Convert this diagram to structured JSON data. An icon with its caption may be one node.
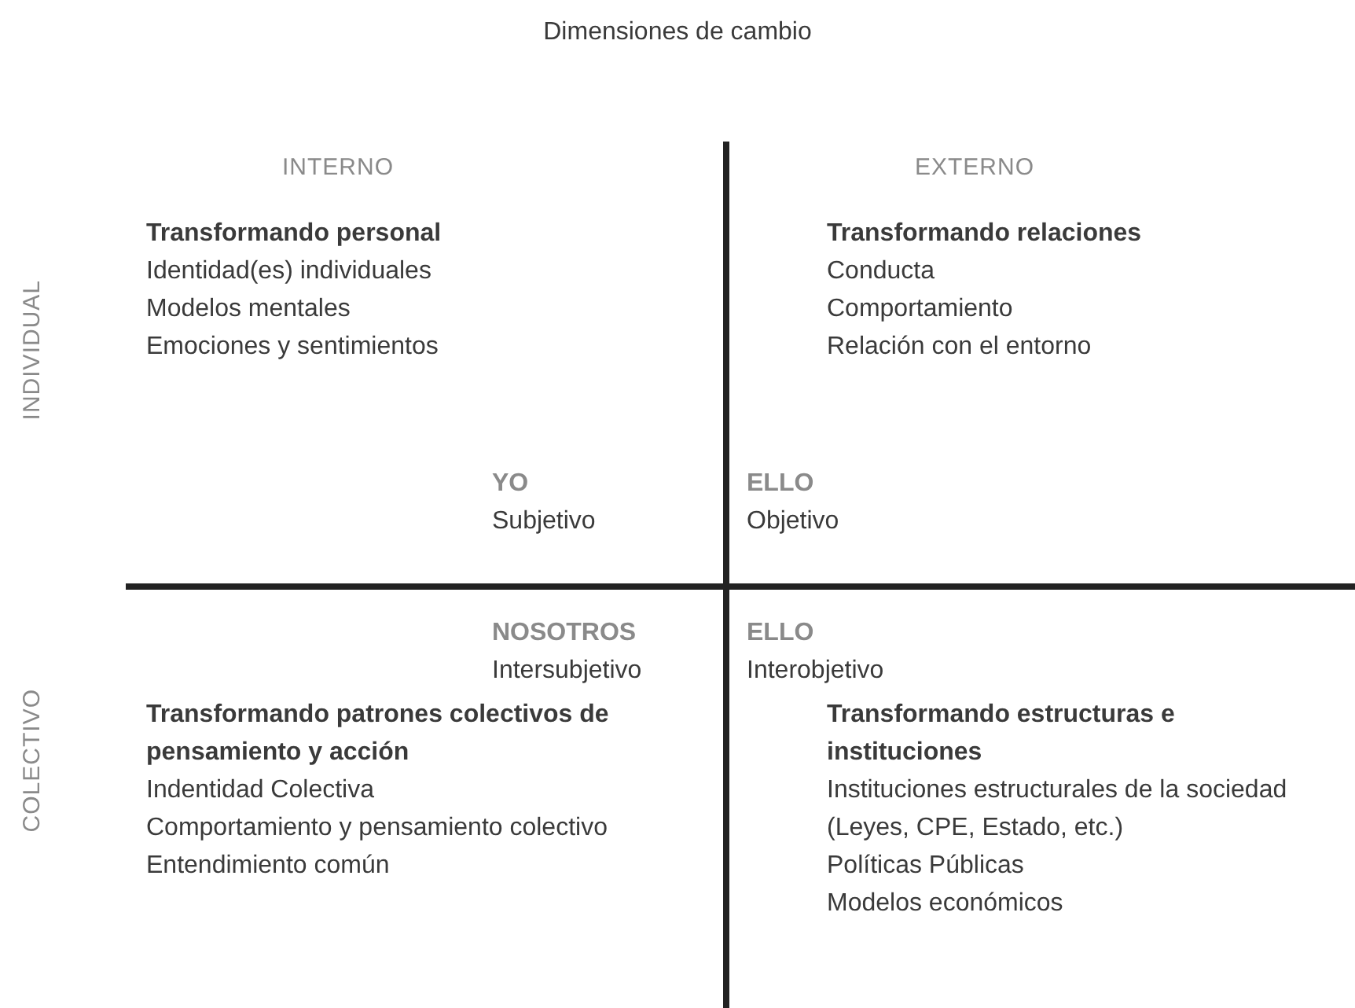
{
  "diagram": {
    "title": "Dimensiones de cambio",
    "labels": [
      "INTERNO",
      "EXTERNO",
      "INDIVIDUAL",
      "COLECTIVO",
      "Transformando personal",
      "Identidad(es) individuales",
      "Modelos mentales",
      "Emociones y sentimientos",
      "Transformando relaciones",
      "Conducta",
      "Comportamiento",
      "Relación con el entorno",
      "YO",
      "Subjetivo",
      "ELLO",
      "Objetivo",
      "NOSOTROS",
      "Intersubjetivo",
      "ELLO",
      "Interobjetivo",
      "Transformando patrones colectivos de pensamiento y acción",
      "Indentidad Colectiva",
      "Comportamiento y pensamiento colectivo",
      "Entendimiento común",
      "Transformando estructuras e instituciones",
      "Instituciones estructurales de la sociedad (Leyes, CPE, Estado, etc.)",
      "Políticas Públicas",
      "Modelos económicos"
    ]
  }
}
